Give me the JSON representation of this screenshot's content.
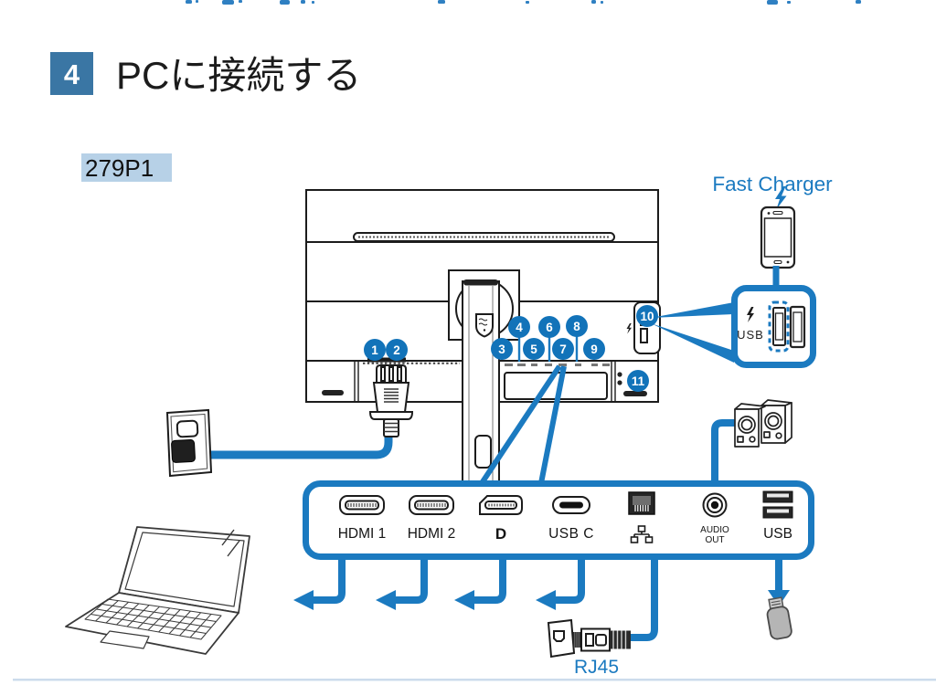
{
  "heading": {
    "number": "4",
    "title": "PCに接続する"
  },
  "model": "279P1",
  "labels": {
    "fast_charger": "Fast Charger",
    "hub_usb": "USB",
    "rj45": "RJ45"
  },
  "ports_panel": {
    "items": [
      {
        "id": "hdmi1",
        "label": "HDMI 1"
      },
      {
        "id": "hdmi2",
        "label": "HDMI 2"
      },
      {
        "id": "displayport",
        "label": "D"
      },
      {
        "id": "usbc",
        "label": "USB C"
      },
      {
        "id": "rj45",
        "label": ""
      },
      {
        "id": "audio-out",
        "label_line1": "AUDIO",
        "label_line2": "OUT"
      },
      {
        "id": "usb",
        "label": "USB"
      }
    ]
  },
  "callouts": [
    "1",
    "2",
    "3",
    "4",
    "5",
    "6",
    "7",
    "8",
    "9",
    "10",
    "11"
  ],
  "colors": {
    "accent_blue": "#1b7ac0",
    "callout_blue": "#1273b9",
    "heading_box_blue": "#3a76a4",
    "model_highlight": "#b7d1e7",
    "bottom_rule": "#ccdcec",
    "line_art": "#1c1c1c"
  }
}
